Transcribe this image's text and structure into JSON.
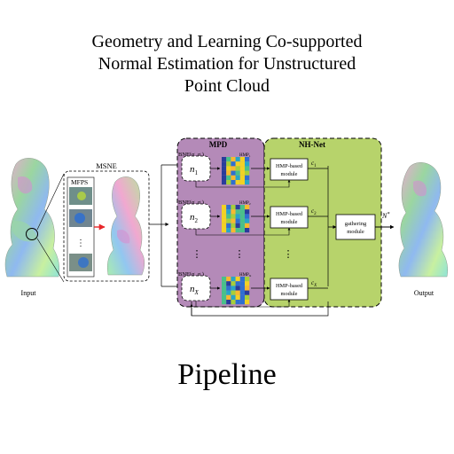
{
  "title_lines": [
    "Geometry and Learning Co-supported",
    "Normal Estimation for Unstructured",
    "Point Cloud"
  ],
  "caption": "Pipeline",
  "labels": {
    "input": "Input",
    "output": "Output",
    "msne": "MSNE",
    "mfps": "MFPS",
    "mpd": "MPD",
    "nhnet": "NH-Net",
    "gathering": "gathering module",
    "nstar": "N*",
    "vdots": "⋮"
  },
  "rows": [
    {
      "n_sub": "1",
      "c_sub": "1",
      "hmp_sub": "1",
      "bnf": "BNF(σs,σr)",
      "module": "HMP-based module"
    },
    {
      "n_sub": "2",
      "c_sub": "2",
      "hmp_sub": "2",
      "bnf": "BNF(σs,σr)",
      "module": "HMP-based module"
    },
    {
      "n_sub": "X",
      "c_sub": "X",
      "hmp_sub": "X",
      "bnf": "BNF(σs,σr)",
      "module": "HMP-based module"
    }
  ],
  "colors": {
    "mpd_fill": "#b48ab8",
    "nhnet_fill": "#b7d36b",
    "red_arrow": "#e8262a",
    "heatmap": [
      "#2a3c9b",
      "#2f6fd0",
      "#27a5c8",
      "#49c08a",
      "#a6cf3a",
      "#f2d224",
      "#f7b92f"
    ]
  }
}
